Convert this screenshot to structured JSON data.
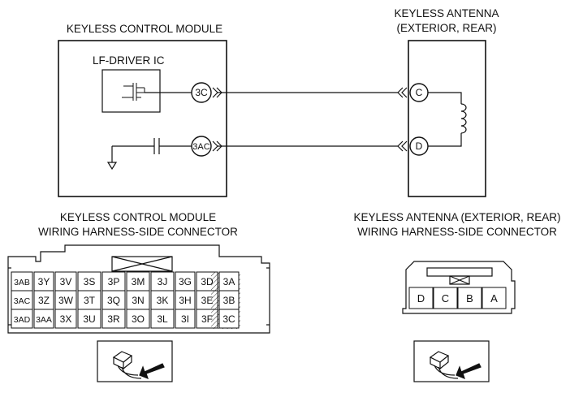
{
  "module": {
    "title": "KEYLESS CONTROL MODULE",
    "ic_label": "LF-DRIVER IC",
    "pins": [
      "3C",
      "3AC"
    ]
  },
  "antenna": {
    "title_line1": "KEYLESS ANTENNA",
    "title_line2": "(EXTERIOR, REAR)",
    "pins": [
      "C",
      "D"
    ]
  },
  "module_connector": {
    "title_line1": "KEYLESS CONTROL MODULE",
    "title_line2": "WIRING HARNESS-SIDE CONNECTOR",
    "rows": [
      [
        "3AB",
        "3Y",
        "3V",
        "3S",
        "3P",
        "3M",
        "3J",
        "3G",
        "3D",
        "3A"
      ],
      [
        "3AC",
        "3Z",
        "3W",
        "3T",
        "3Q",
        "3N",
        "3K",
        "3H",
        "3E",
        "3B"
      ],
      [
        "3AD",
        "3AA",
        "3X",
        "3U",
        "3R",
        "3O",
        "3L",
        "3I",
        "3F",
        "3C"
      ]
    ]
  },
  "antenna_connector": {
    "title_line1": "KEYLESS ANTENNA (EXTERIOR, REAR)",
    "title_line2": "WIRING HARNESS-SIDE CONNECTOR",
    "pins": [
      "D",
      "C",
      "B",
      "A"
    ]
  }
}
